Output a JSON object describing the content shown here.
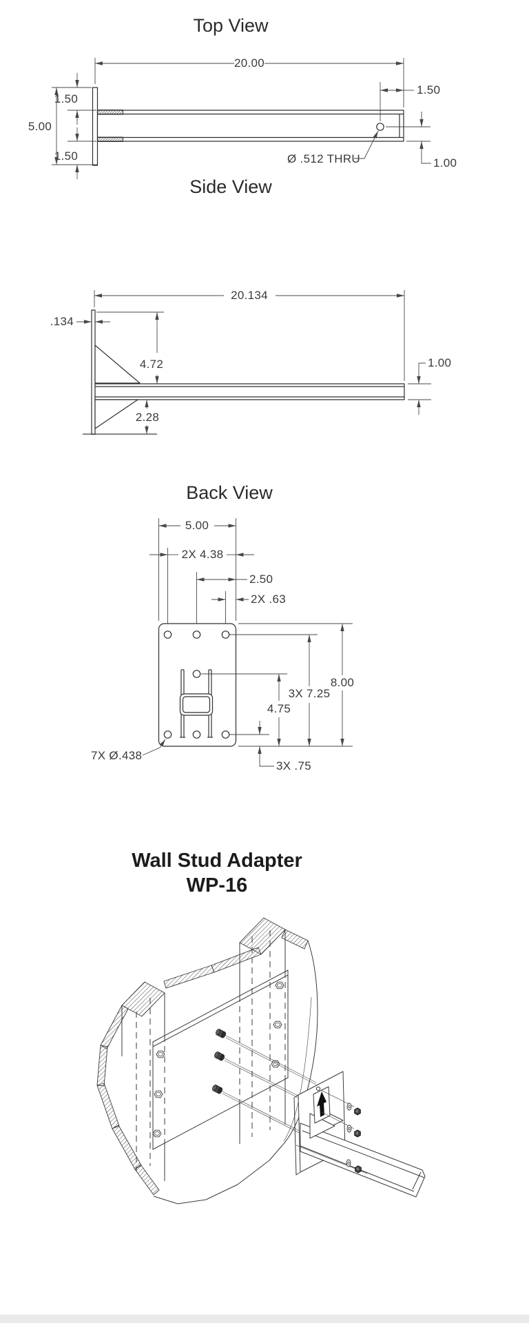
{
  "sheet": {
    "background": "#ffffff",
    "line_color": "#2e2e2e"
  },
  "views": {
    "top": {
      "title": "Top View",
      "dims": {
        "length": "20.00",
        "offset_top": "1.50",
        "height": "5.00",
        "offset_bottom": "1.50",
        "hole_from_end": "1.50",
        "hole_note": "Ø .512 THRU",
        "hole_from_bottom": "1.00"
      }
    },
    "side": {
      "title": "Side View",
      "dims": {
        "length": "20.134",
        "plate_thickness": ".134",
        "upper_height": "4.72",
        "lower_height": "2.28",
        "tube_height": "1.00"
      }
    },
    "back": {
      "title": "Back View",
      "dims": {
        "plate_width": "5.00",
        "holes_cols_outer": "2X 4.38",
        "holes_col_mid": "2.50",
        "holes_col_inner": "2X .63",
        "plate_height": "8.00",
        "holes_rows": "3X 7.25",
        "center_hole": "4.75",
        "holes_bottom": "3X .75",
        "hole_dia": "7X Ø.438"
      }
    },
    "iso": {
      "title_line1": "Wall Stud Adapter",
      "title_line2": "WP-16"
    }
  }
}
